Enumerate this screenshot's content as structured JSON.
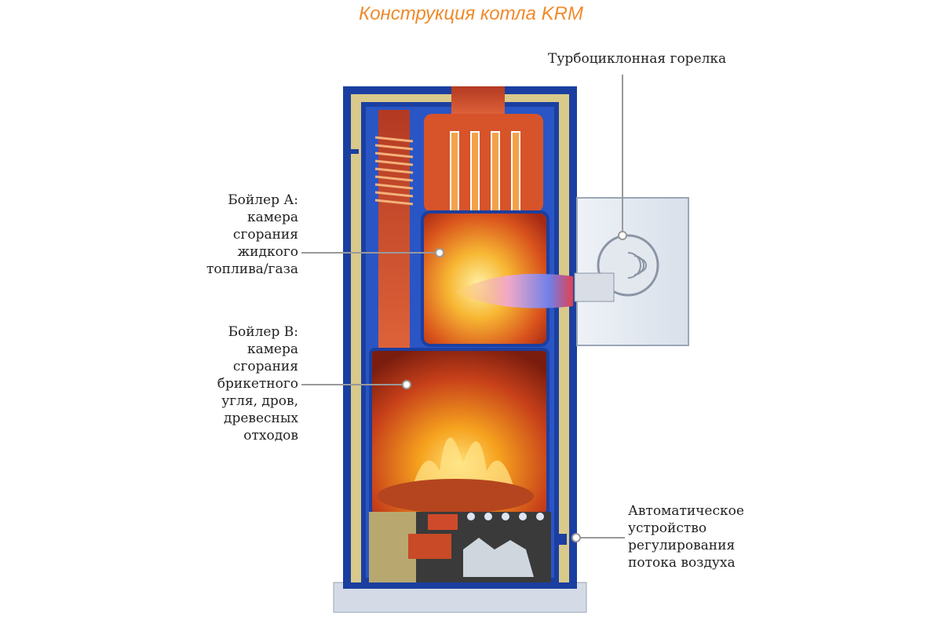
{
  "title": "Конструкция котла KRM",
  "labels": {
    "burner": [
      "Турбоциклонная горелка"
    ],
    "boiler_a": [
      "Бойлер А:",
      "камера",
      "сгорания",
      "жидкого",
      "топлива/газа"
    ],
    "boiler_b": [
      "Бойлер В:",
      "камера",
      "сгорания",
      "брикетного",
      "угля, дров,",
      "древесных",
      "отходов"
    ],
    "air_control": [
      "Автоматическое",
      "устройство",
      "регулирования",
      "потока воздуха"
    ]
  },
  "colors": {
    "title": "#f08a2c",
    "casing": "#1b3fa0",
    "insulation": "#d9c98a",
    "flame": "#f5a21e"
  }
}
